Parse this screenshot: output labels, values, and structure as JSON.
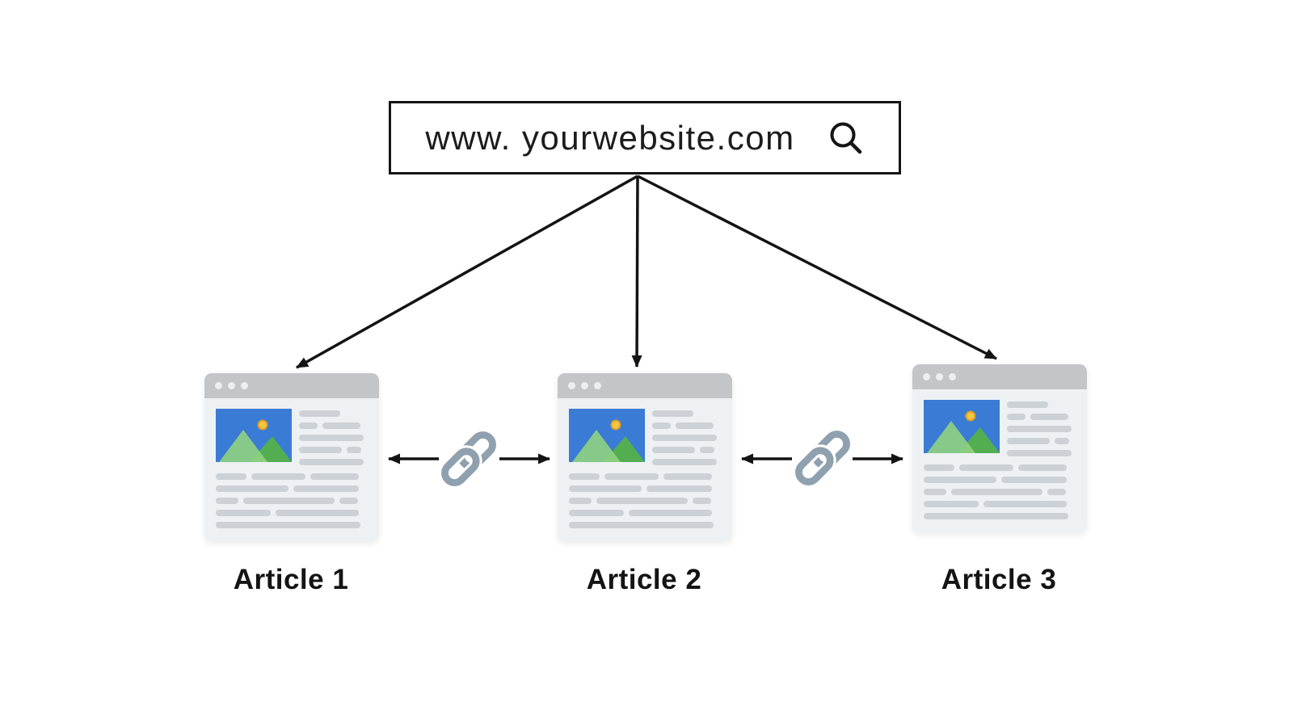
{
  "url_bar": {
    "text": "www. yourwebsite.com",
    "icon": "search-icon"
  },
  "articles": [
    {
      "label": "Article 1"
    },
    {
      "label": "Article 2"
    },
    {
      "label": "Article 3"
    }
  ],
  "connections": {
    "from": "url_bar",
    "arrows_to": [
      "Article 1",
      "Article 2",
      "Article 3"
    ],
    "internal_links": [
      {
        "between": [
          "Article 1",
          "Article 2"
        ],
        "bidirectional": true,
        "icon": "chain-link-icon"
      },
      {
        "between": [
          "Article 2",
          "Article 3"
        ],
        "bidirectional": true,
        "icon": "chain-link-icon"
      }
    ]
  },
  "colors": {
    "background": "#ffffff",
    "outline_black": "#151515",
    "card_header_gray": "#c3c6c9",
    "card_body_gray": "#edf1f4",
    "skeleton_line_gray": "#ccd1d5",
    "window_dot": "#eceeef",
    "image_blue": "#3a7bd5",
    "sun_yellow": "#f4c63f",
    "sun_ring_orange": "#dd9e2a",
    "mountain_light_green": "#8fd181",
    "mountain_dark_green": "#53ae52",
    "chain_gray_blue": "#8fa0ae",
    "arrow_black": "#141414"
  }
}
